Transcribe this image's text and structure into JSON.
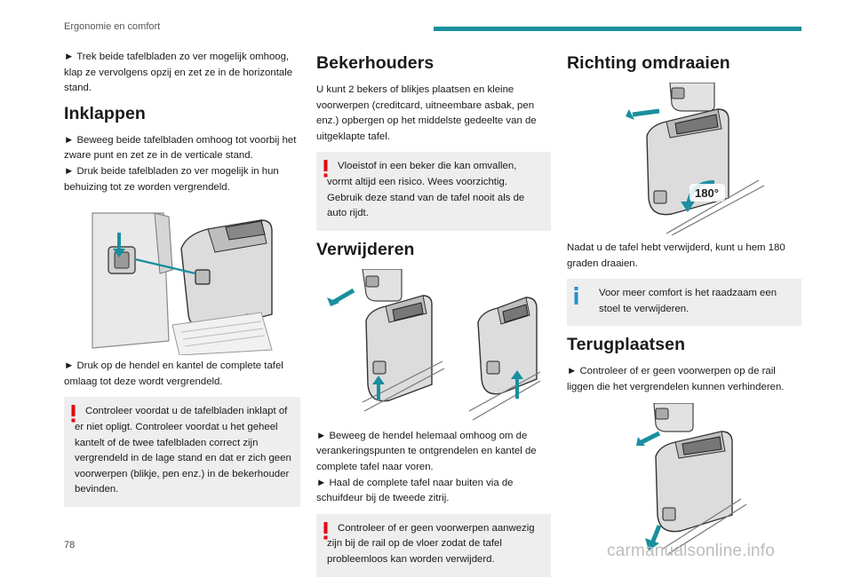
{
  "header": {
    "section": "Ergonomie en comfort",
    "accent_color": "#1a8f9e"
  },
  "col1": {
    "p1": "► Trek beide tafelbladen zo ver mogelijk omhoog, klap ze vervolgens opzij en zet ze in de horizontale stand.",
    "h_inklappen": "Inklappen",
    "p2": "► Beweeg beide tafelbladen omhoog tot voorbij het zware punt en zet ze in de verticale stand.",
    "p3": "► Druk beide tafelbladen zo ver mogelijk in hun behuizing tot ze worden vergrendeld.",
    "p4": "► Druk op de hendel en kantel de complete tafel omlaag tot deze wordt vergrendeld.",
    "warn1": "Controleer voordat u de tafelbladen inklapt of er niet opligt. Controleer voordat u het geheel kantelt of de twee tafelbladen correct zijn vergrendeld in de lage stand en dat er zich geen voorwerpen (blikje, pen enz.) in de bekerhouder bevinden."
  },
  "col2": {
    "h_beker": "Bekerhouders",
    "p1": "U kunt 2 bekers of blikjes plaatsen en kleine voorwerpen (creditcard, uitneembare asbak, pen enz.) opbergen op het middelste gedeelte van de uitgeklapte tafel.",
    "warn1": "Vloeistof in een beker die kan omvallen, vormt altijd een risico. Wees voorzichtig. Gebruik deze stand van de tafel nooit als de auto rijdt.",
    "h_verw": "Verwijderen",
    "p2": "► Beweeg de hendel helemaal omhoog om de verankeringspunten te ontgrendelen en kantel de complete tafel naar voren.",
    "p3": "► Haal de complete tafel naar buiten via de schuifdeur bij de tweede zitrij.",
    "warn2": "Controleer of er geen voorwerpen aanwezig zijn bij de rail op de vloer zodat de tafel probleemloos kan worden verwijderd."
  },
  "col3": {
    "h_richting": "Richting omdraaien",
    "rot_label": "180°",
    "p1": "Nadat u de tafel hebt verwijderd, kunt u hem 180 graden draaien.",
    "info1": "Voor meer comfort is het raadzaam een stoel te verwijderen.",
    "h_terug": "Terugplaatsen",
    "p2": "► Controleer of er geen voorwerpen op de rail liggen die het vergrendelen kunnen verhinderen."
  },
  "footer": {
    "page_number": "78",
    "watermark": "carmanualsonline.info"
  },
  "colors": {
    "warning": "#e30613",
    "info": "#2a8fd0",
    "arrow": "#1a8f9e"
  }
}
